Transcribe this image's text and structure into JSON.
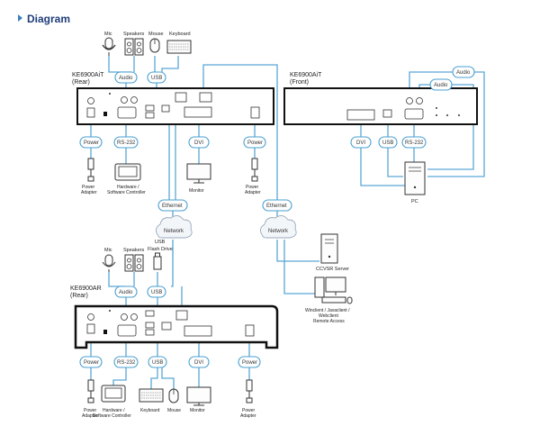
{
  "title": "Diagram",
  "devices": {
    "tx_rear": {
      "model": "KE6900AiT",
      "side": "(Rear)"
    },
    "tx_front": {
      "model": "KE6900AiT",
      "side": "(Front)"
    },
    "rx_rear": {
      "model": "KE6900AR",
      "side": "(Rear)"
    }
  },
  "pills": {
    "audio": "Audio",
    "usb": "USB",
    "power": "Power",
    "rs232": "RS-232",
    "dvi": "DVI",
    "ethernet": "Ethernet",
    "network": "Network"
  },
  "peripherals": {
    "mic": "Mic",
    "speakers": "Speakers",
    "mouse": "Mouse",
    "keyboard": "Keyboard",
    "usb_flash_1": "USB",
    "usb_flash_2": "Flash Drive",
    "power_adapter_1": "Power",
    "power_adapter_2": "Adapter",
    "hw_sw_1": "Hardware /",
    "hw_sw_2": "Software Controller",
    "monitor": "Monitor",
    "pc": "PC",
    "ccvsr": "CCVSR Server",
    "win_1": "Winclient / Javaclient  /",
    "win_2": "Webclient",
    "win_3": "Remote Access"
  }
}
